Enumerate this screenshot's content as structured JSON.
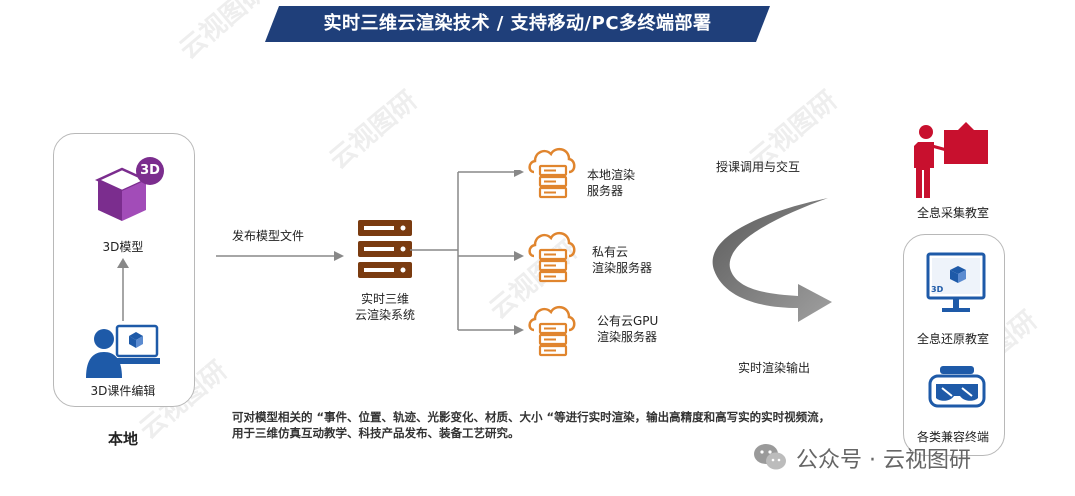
{
  "title": "实时三维云渲染技术 / 支持移动/PC多终端部署",
  "watermark": "云视图研",
  "local": {
    "section_label": "本地",
    "model_label": "3D模型",
    "editor_label": "3D课件编辑",
    "badge": "3D"
  },
  "publish_label": "发布模型文件",
  "system_label_line1": "实时三维",
  "system_label_line2": "云渲染系统",
  "servers": [
    {
      "line1": "本地渲染",
      "line2": "服务器"
    },
    {
      "line1": "私有云",
      "line2": "渲染服务器"
    },
    {
      "line1": "公有云GPU",
      "line2": "渲染服务器"
    }
  ],
  "curve": {
    "top_label": "授课调用与交互",
    "bottom_label": "实时渲染输出"
  },
  "clients": {
    "collect_label": "全息采集教室",
    "restore_label": "全息还原教室",
    "terminal_label": "各类兼容终端",
    "monitor_badge": "3D"
  },
  "description_line1": "可对模型相关的 “事件、位置、轨迹、光影变化、材质、大小 “等进行实时渲染，输出高精度和高写实的实时视频流，",
  "description_line2": "用于三维仿真互动教学、科技产品发布、装备工艺研究。",
  "footer": {
    "account": "公众号 · 云视图研"
  },
  "colors": {
    "banner": "#1f3f7a",
    "accent_orange": "#e0852e",
    "server_brown": "#7a3b10",
    "purple": "#7b2d8e",
    "blue": "#1e5aa8",
    "red": "#c8102e"
  }
}
